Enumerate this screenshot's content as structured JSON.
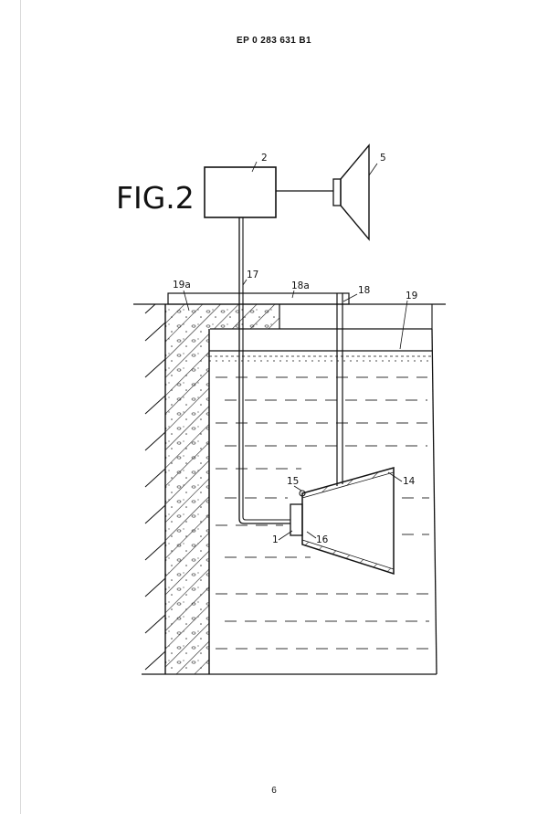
{
  "header": {
    "patent_number": "EP 0 283 631 B1"
  },
  "figure": {
    "label": "FIG.2",
    "refs": {
      "control_unit": "2",
      "speaker": "5",
      "cable": "17",
      "pipe": "18",
      "cover": "18a",
      "wall_top": "19a",
      "ground": "19",
      "horn": "14",
      "pivot": "15",
      "transducer": "1",
      "horn_mount": "16"
    }
  },
  "footer": {
    "page_number": "6"
  }
}
